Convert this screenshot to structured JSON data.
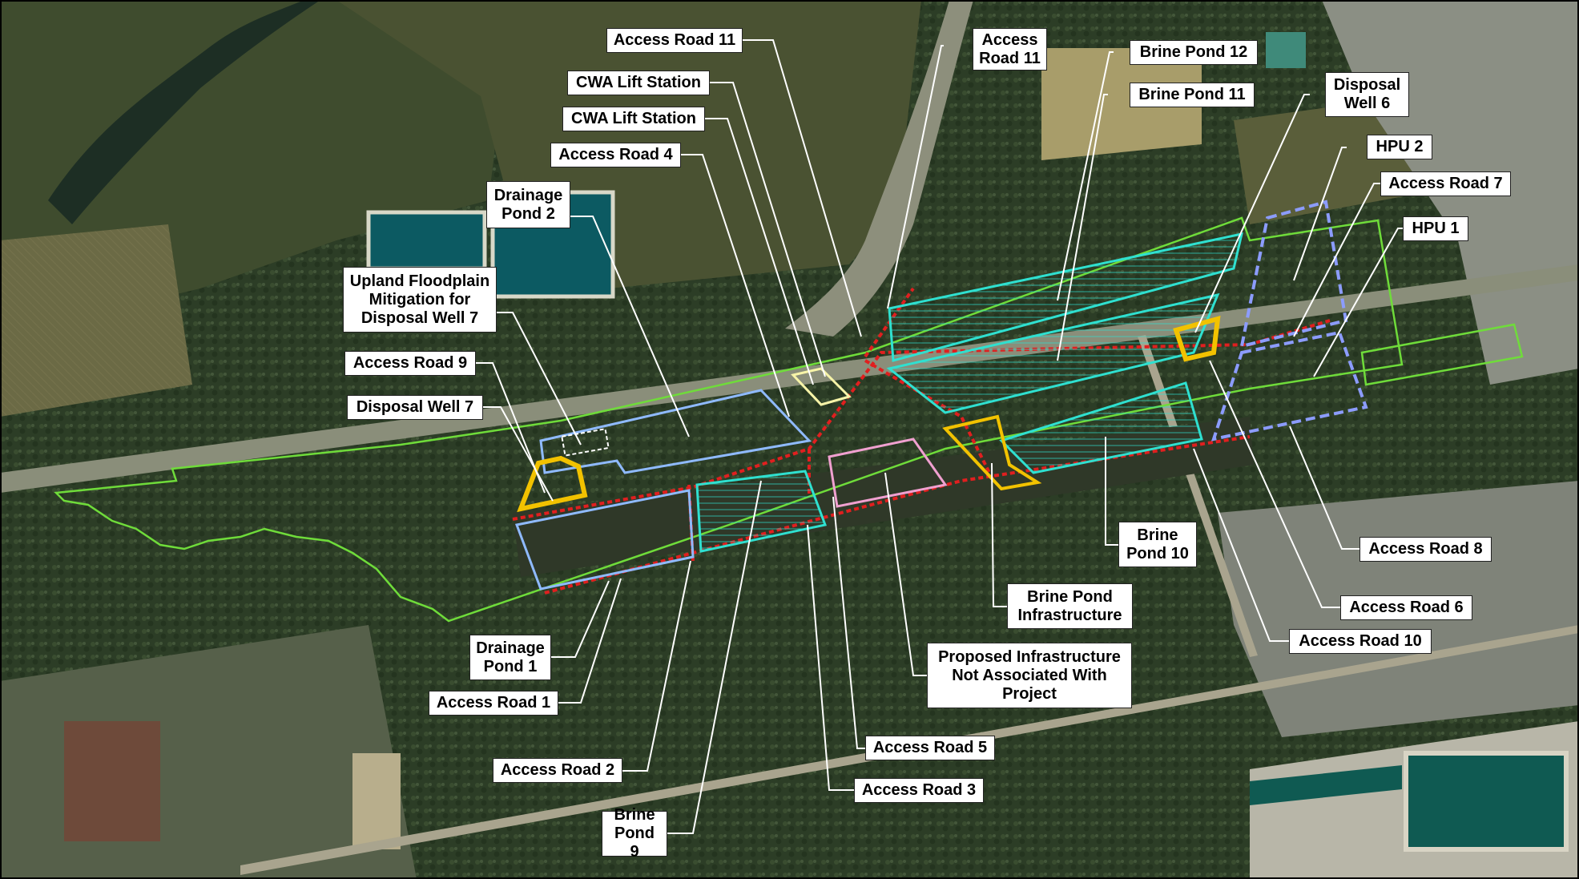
{
  "colors": {
    "study_boundary": "#6fdc3a",
    "brine_pond": "#2fe0d0",
    "disposal_well": "#f2c200",
    "access_road": "#e01f1f",
    "drainage_pond": "#6fa8ff",
    "hpu": "#8c9cff",
    "lift_station": "#f7f4a8",
    "not_associated": "#f0a0d0",
    "callout_leader": "#ffffff"
  },
  "labels": {
    "access_road_11_a": "Access Road 11",
    "access_road_11_b": "Access\nRoad 11",
    "cwa_lift_station_a": "CWA Lift Station",
    "cwa_lift_station_b": "CWA Lift Station",
    "access_road_4": "Access Road 4",
    "drainage_pond_2": "Drainage\nPond 2",
    "upland_floodplain": "Upland Floodplain\nMitigation for\nDisposal Well 7",
    "access_road_9": "Access Road 9",
    "disposal_well_7": "Disposal Well 7",
    "brine_pond_12": "Brine Pond 12",
    "brine_pond_11": "Brine Pond 11",
    "disposal_well_6": "Disposal\nWell 6",
    "hpu_2": "HPU 2",
    "access_road_7": "Access Road 7",
    "hpu_1": "HPU 1",
    "brine_pond_10": "Brine\nPond 10",
    "access_road_8": "Access Road 8",
    "brine_pond_infrastructure": "Brine Pond\nInfrastructure",
    "access_road_6": "Access Road 6",
    "access_road_10": "Access Road 10",
    "proposed_infrastructure": "Proposed Infrastructure\nNot Associated With\nProject",
    "drainage_pond_1": "Drainage\nPond 1",
    "access_road_1": "Access Road 1",
    "access_road_2": "Access Road 2",
    "access_road_5": "Access Road 5",
    "access_road_3": "Access Road 3",
    "brine_pond_9": "Brine\nPond 9"
  }
}
